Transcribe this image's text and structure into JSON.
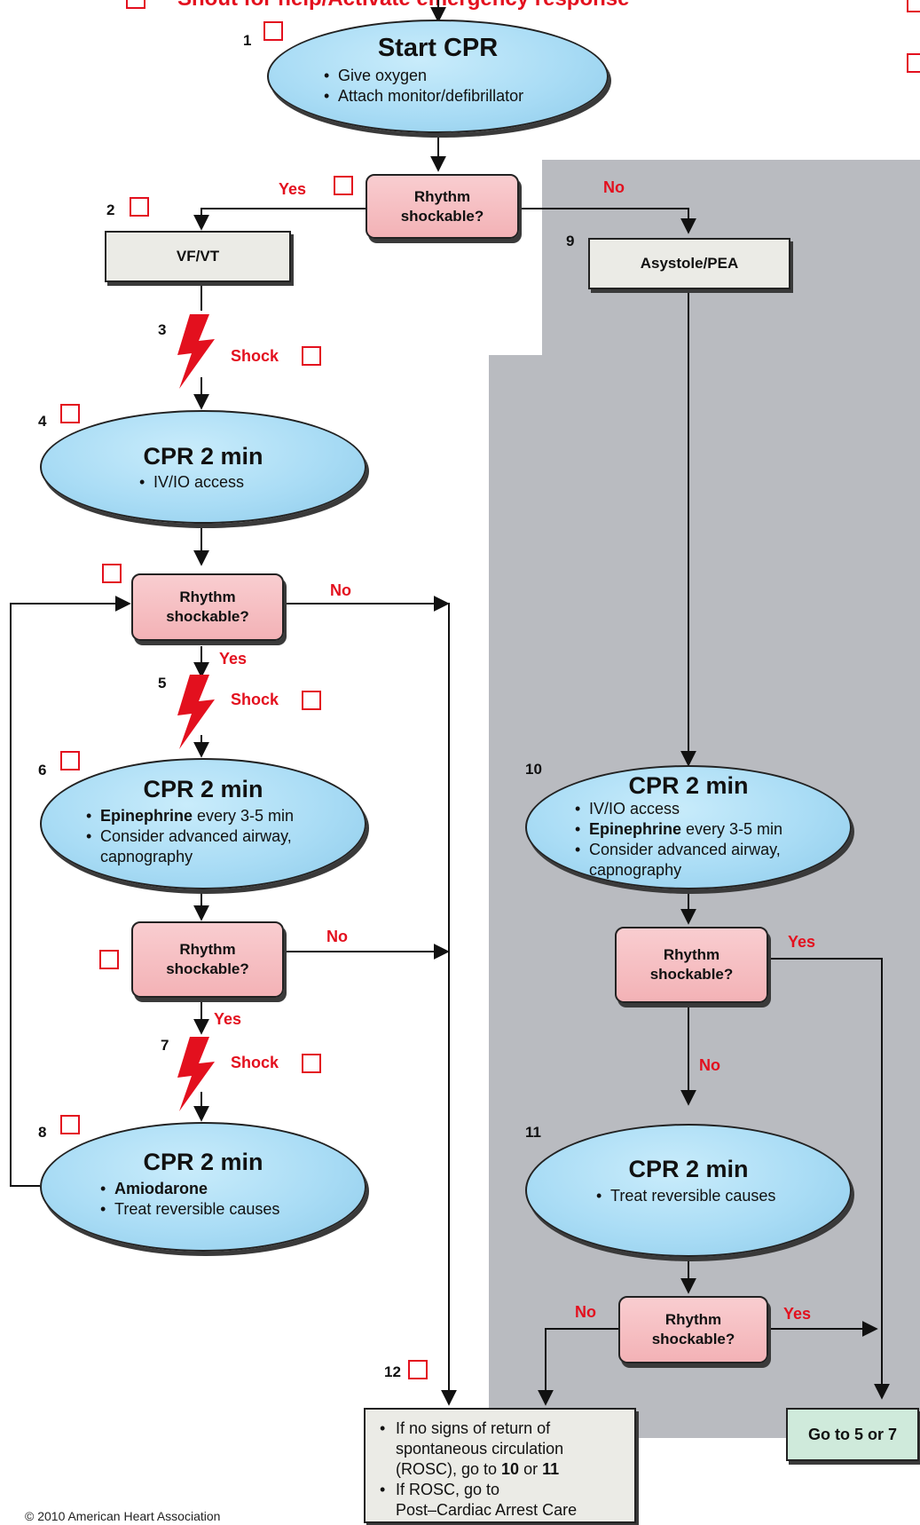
{
  "header": {
    "banner_text": "Shout for help/Activate emergency response"
  },
  "nodes": {
    "start_cpr": {
      "num": "1",
      "title": "Start CPR",
      "bullets": [
        "Give oxygen",
        "Attach monitor/defibrillator"
      ]
    },
    "rhythm_top": {
      "label_line1": "Rhythm",
      "label_line2": "shockable?",
      "yes": "Yes",
      "no": "No"
    },
    "vfvt": {
      "num": "2",
      "label": "VF/VT"
    },
    "shock3": {
      "num": "3",
      "label": "Shock"
    },
    "cpr4": {
      "num": "4",
      "title": "CPR 2 min",
      "bullets": [
        "IV/IO access"
      ]
    },
    "rhythm_a": {
      "label_line1": "Rhythm",
      "label_line2": "shockable?",
      "yes": "Yes",
      "no": "No"
    },
    "shock5": {
      "num": "5",
      "label": "Shock"
    },
    "cpr6": {
      "num": "6",
      "title": "CPR 2 min",
      "bullet1_bold": "Epinephrine",
      "bullet1_rest": " every 3-5 min",
      "bullet2": "Consider advanced airway,",
      "bullet2b": "capnography"
    },
    "rhythm_b": {
      "label_line1": "Rhythm",
      "label_line2": "shockable?",
      "yes": "Yes",
      "no": "No"
    },
    "shock7": {
      "num": "7",
      "label": "Shock"
    },
    "cpr8": {
      "num": "8",
      "title": "CPR 2 min",
      "bullet1_bold": "Amiodarone",
      "bullet2": "Treat reversible causes"
    },
    "asystole": {
      "num": "9",
      "label": "Asystole/PEA"
    },
    "cpr10": {
      "num": "10",
      "title": "CPR 2 min",
      "bullet1": "IV/IO access",
      "bullet2_bold": "Epinephrine",
      "bullet2_rest": " every 3-5 min",
      "bullet3": "Consider advanced airway,",
      "bullet3b": "capnography"
    },
    "rhythm_c": {
      "label_line1": "Rhythm",
      "label_line2": "shockable?",
      "yes": "Yes",
      "no": "No"
    },
    "cpr11": {
      "num": "11",
      "title": "CPR 2 min",
      "bullets": [
        "Treat reversible causes"
      ]
    },
    "rhythm_d": {
      "label_line1": "Rhythm",
      "label_line2": "shockable?",
      "yes": "Yes",
      "no": "No"
    },
    "final12": {
      "num": "12",
      "b1_a": "If no signs of return of",
      "b1_b": "spontaneous circulation",
      "b1_c_pre": "(ROSC), go to ",
      "b1_c_10": "10",
      "b1_c_or": " or ",
      "b1_c_11": "11",
      "b2_a": "If ROSC, go to",
      "b2_b": "Post–Cardiac Arrest Care"
    },
    "goto": {
      "label": "Go to 5 or 7"
    }
  },
  "footer": {
    "copyright": "© 2010 American Heart Association"
  },
  "colors": {
    "accent_red": "#e3101e",
    "oval_blue": "#a9dcf5",
    "decision_pink": "#f3b2b6",
    "panel_gray": "#b9bbc0",
    "goto_green": "#cfeadb"
  }
}
